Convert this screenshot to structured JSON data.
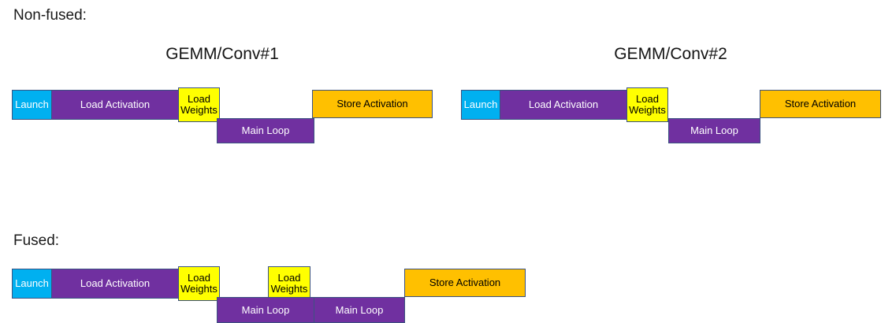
{
  "palette": {
    "purple": "#7030A0",
    "cyan": "#00B0F0",
    "yellow": "#FFFF00",
    "orange": "#FFC000",
    "border": "#3B5281",
    "background": "#FFFFFF"
  },
  "sections": [
    {
      "label": "Non-fused:",
      "groups": [
        {
          "title": "GEMM/Conv#1"
        },
        {
          "title": "GEMM/Conv#2"
        }
      ],
      "bars": [
        {
          "name": "launch-1",
          "text": "Launch",
          "color": "cyan"
        },
        {
          "name": "load-activation-1",
          "text": "Load Activation",
          "color": "purple"
        },
        {
          "name": "load-weights-1",
          "text": "Load\nWeights",
          "color": "yellow"
        },
        {
          "name": "main-loop-1",
          "text": "Main Loop",
          "color": "purple"
        },
        {
          "name": "store-activation-1",
          "text": "Store Activation",
          "color": "orange"
        },
        {
          "name": "launch-2",
          "text": "Launch",
          "color": "cyan"
        },
        {
          "name": "load-activation-2",
          "text": "Load Activation",
          "color": "purple"
        },
        {
          "name": "load-weights-2",
          "text": "Load\nWeights",
          "color": "yellow"
        },
        {
          "name": "main-loop-2",
          "text": "Main Loop",
          "color": "purple"
        },
        {
          "name": "store-activation-2",
          "text": "Store Activation",
          "color": "orange"
        }
      ]
    },
    {
      "label": "Fused:",
      "groups": [],
      "bars": [
        {
          "name": "launch-f",
          "text": "Launch",
          "color": "cyan"
        },
        {
          "name": "load-activation-f",
          "text": "Load Activation",
          "color": "purple"
        },
        {
          "name": "load-weights-f1",
          "text": "Load\nWeights",
          "color": "yellow"
        },
        {
          "name": "load-weights-f2",
          "text": "Load\nWeights",
          "color": "yellow"
        },
        {
          "name": "main-loop-f1",
          "text": "Main Loop",
          "color": "purple"
        },
        {
          "name": "main-loop-f2",
          "text": "Main Loop",
          "color": "purple"
        },
        {
          "name": "store-activation-f",
          "text": "Store Activation",
          "color": "orange"
        }
      ]
    }
  ]
}
